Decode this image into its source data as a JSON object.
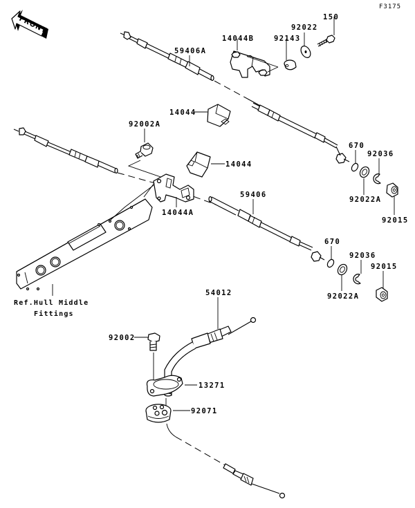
{
  "diagram": {
    "figure_code": "F3175",
    "orientation_badge": "FRONT",
    "reference_note": {
      "line1": "Ref.Hull Middle",
      "line2": "Fittings"
    },
    "parts": [
      {
        "id": "p150",
        "number": "150",
        "description": "bolt"
      },
      {
        "id": "p92022",
        "number": "92022",
        "description": "washer"
      },
      {
        "id": "p92143",
        "number": "92143",
        "description": "collar"
      },
      {
        "id": "p14044B",
        "number": "14044B",
        "description": "cable clamp bracket"
      },
      {
        "id": "p59406A",
        "number": "59406A",
        "description": "control cable"
      },
      {
        "id": "p14044_upper",
        "number": "14044",
        "description": "cable cover"
      },
      {
        "id": "p92002A",
        "number": "92002A",
        "description": "bolt"
      },
      {
        "id": "p14044_lower",
        "number": "14044",
        "description": "cable cover"
      },
      {
        "id": "p14044A",
        "number": "14044A",
        "description": "cable bracket"
      },
      {
        "id": "p59406",
        "number": "59406",
        "description": "control cable"
      },
      {
        "id": "p670_upper",
        "number": "670",
        "description": "o-ring"
      },
      {
        "id": "p92036_upper",
        "number": "92036",
        "description": "clip"
      },
      {
        "id": "p92022A_upper",
        "number": "92022A",
        "description": "washer"
      },
      {
        "id": "p92015_upper",
        "number": "92015",
        "description": "nut"
      },
      {
        "id": "p670_lower",
        "number": "670",
        "description": "o-ring"
      },
      {
        "id": "p92036_lower",
        "number": "92036",
        "description": "clip"
      },
      {
        "id": "p92015_lower",
        "number": "92015",
        "description": "nut"
      },
      {
        "id": "p92022A_lower",
        "number": "92022A",
        "description": "washer"
      },
      {
        "id": "p54012",
        "number": "54012",
        "description": "choke cable"
      },
      {
        "id": "p92002",
        "number": "92002",
        "description": "bolt"
      },
      {
        "id": "p13271",
        "number": "13271",
        "description": "plate"
      },
      {
        "id": "p92071",
        "number": "92071",
        "description": "grommet"
      }
    ]
  }
}
